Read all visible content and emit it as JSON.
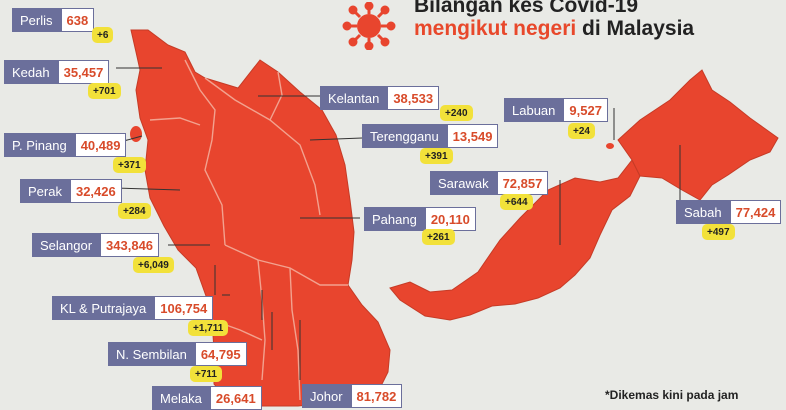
{
  "title": {
    "line1": "Bilangan kes Covid-19",
    "line2_red": "mengikut negeri",
    "line2_dark": "di Malaysia"
  },
  "colors": {
    "map_fill": "#e8452e",
    "label_bg": "#6b6f9b",
    "value_text": "#d84b2a",
    "badge_bg": "#f2e13a",
    "icon": "virus-icon"
  },
  "states": [
    {
      "name": "Perlis",
      "total": "638",
      "new": "+6"
    },
    {
      "name": "Kedah",
      "total": "35,457",
      "new": "+701"
    },
    {
      "name": "P. Pinang",
      "total": "40,489",
      "new": "+371"
    },
    {
      "name": "Perak",
      "total": "32,426",
      "new": "+284"
    },
    {
      "name": "Selangor",
      "total": "343,846",
      "new": "+6,049"
    },
    {
      "name": "KL & Putrajaya",
      "total": "106,754",
      "new": "+1,711"
    },
    {
      "name": "N. Sembilan",
      "total": "64,795",
      "new": "+711"
    },
    {
      "name": "Melaka",
      "total": "26,641",
      "new": ""
    },
    {
      "name": "Johor",
      "total": "81,782",
      "new": ""
    },
    {
      "name": "Kelantan",
      "total": "38,533",
      "new": "+240"
    },
    {
      "name": "Terengganu",
      "total": "13,549",
      "new": "+391"
    },
    {
      "name": "Pahang",
      "total": "20,110",
      "new": "+261"
    },
    {
      "name": "Sarawak",
      "total": "72,857",
      "new": "+644"
    },
    {
      "name": "Labuan",
      "total": "9,527",
      "new": "+24"
    },
    {
      "name": "Sabah",
      "total": "77,424",
      "new": "+497"
    }
  ],
  "footnote": "*Dikemas kini pada jam"
}
